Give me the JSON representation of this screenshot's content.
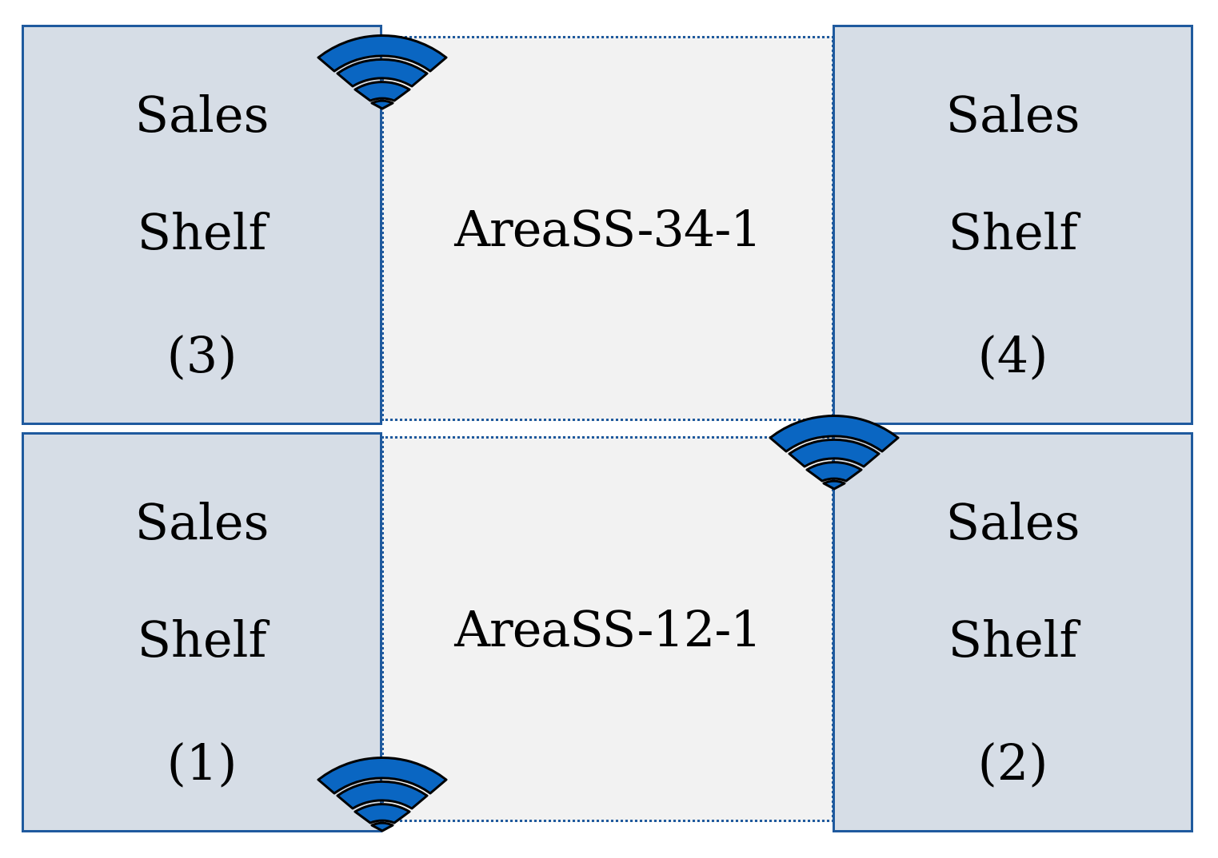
{
  "aisles": [
    {
      "id": "top",
      "label": "AreaSS-34-1"
    },
    {
      "id": "bottom",
      "label": "AreaSS-12-1"
    }
  ],
  "shelves": [
    {
      "id": "shelf-3",
      "line1": "Sales",
      "line2": "Shelf",
      "line3": "(3)"
    },
    {
      "id": "shelf-4",
      "line1": "Sales",
      "line2": "Shelf",
      "line3": "(4)"
    },
    {
      "id": "shelf-1",
      "line1": "Sales",
      "line2": "Shelf",
      "line3": "(1)"
    },
    {
      "id": "shelf-2",
      "line1": "Sales",
      "line2": "Shelf",
      "line3": "(2)"
    }
  ],
  "icons": {
    "wireless": "wifi-icon"
  },
  "colors": {
    "shelf_fill": "#d6dde6",
    "aisle_fill": "#f2f2f2",
    "border": "#1f5a9e",
    "wifi_blue": "#0a66c2"
  }
}
